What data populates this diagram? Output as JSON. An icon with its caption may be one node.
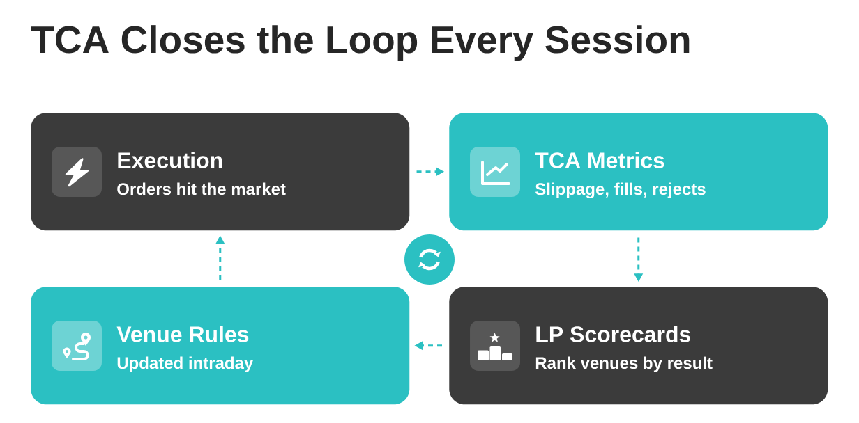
{
  "diagram": {
    "title": "TCA Closes the Loop Every Session",
    "nodes": [
      {
        "text": [
          "Execution",
          "Orders hit the market"
        ]
      },
      {
        "text": [
          "TCA Metrics",
          "Slippage, fills, rejects"
        ]
      },
      {
        "text": [
          "LP Scorecards",
          "Rank venues by result"
        ]
      },
      {
        "text": [
          "Venue Rules",
          "Updated intraday"
        ]
      }
    ],
    "edges": [
      {
        "from": 0,
        "to": 1,
        "arrow": "to",
        "style": "dashed"
      },
      {
        "from": 1,
        "to": 2,
        "arrow": "to",
        "style": "dashed"
      },
      {
        "from": 2,
        "to": 3,
        "arrow": "to",
        "style": "dashed"
      },
      {
        "from": 3,
        "to": 0,
        "arrow": "to",
        "style": "dashed"
      }
    ]
  }
}
